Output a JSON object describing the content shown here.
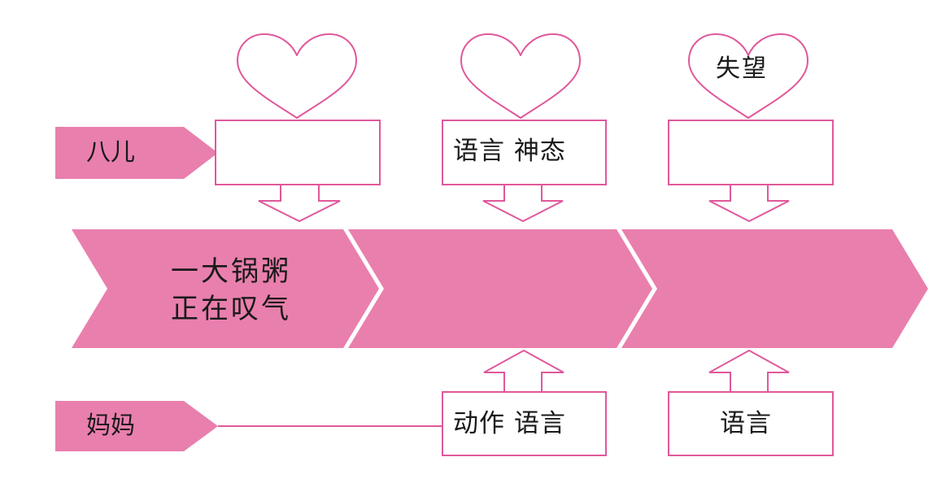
{
  "colors": {
    "accent": "#E97FAD",
    "outline": "#E0589A",
    "background": "#FFFFFF",
    "text": "#1A1A1A"
  },
  "rows": {
    "top": {
      "label": "八儿"
    },
    "bottom": {
      "label": "妈妈"
    }
  },
  "hearts": [
    {
      "text": ""
    },
    {
      "text": ""
    },
    {
      "text": "失望"
    }
  ],
  "top_boxes": [
    {
      "text": ""
    },
    {
      "text": "语言 神态"
    },
    {
      "text": ""
    }
  ],
  "bottom_boxes": [
    {
      "text": "动作 语言"
    },
    {
      "text": "语言"
    }
  ],
  "stages": [
    {
      "line1": "一大锅粥",
      "line2": "正在叹气"
    },
    {
      "line1": "",
      "line2": ""
    },
    {
      "line1": "",
      "line2": ""
    }
  ]
}
